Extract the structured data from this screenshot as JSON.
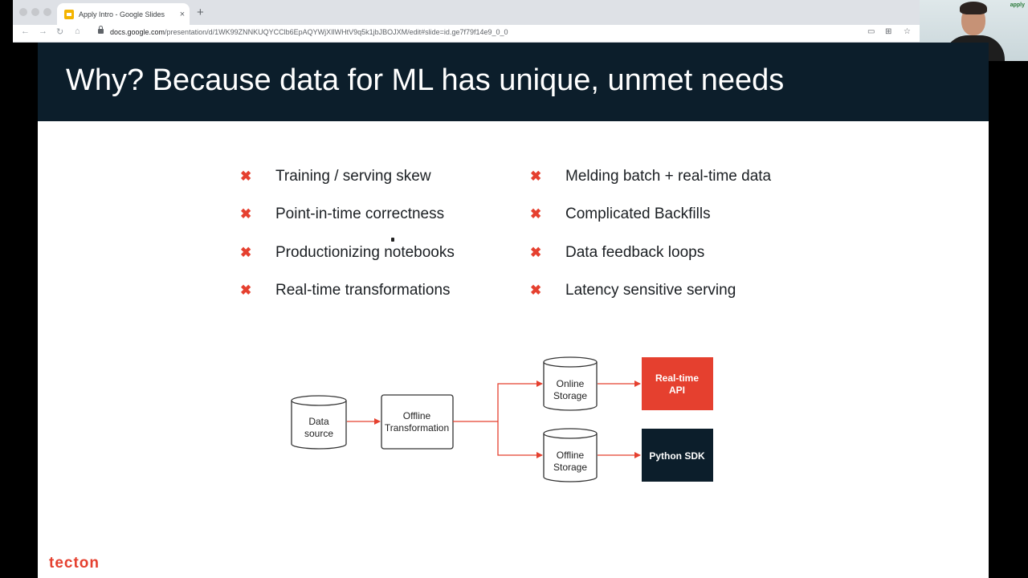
{
  "browser": {
    "tab_title": "Apply Intro - Google Slides",
    "tab_close": "×",
    "new_tab": "+",
    "nav_back": "←",
    "nav_forward": "→",
    "nav_reload": "↻",
    "nav_home": "⌂",
    "url_host": "docs.google.com",
    "url_path": "/presentation/d/1WK99ZNNKUQYCClb6EpAQYWjXIlWHtV9q5k1jbJBOJXM/edit#slide=id.ge7f79f14e9_0_0",
    "icon_cast": "▭",
    "icon_ext": "⊞",
    "icon_star": "☆"
  },
  "webcam": {
    "logo": "apply"
  },
  "slide": {
    "title": "Why? Because data for ML has unique, unmet needs",
    "bullet_mark": "✖",
    "left_bullets": [
      "Training / serving skew",
      "Point-in-time correctness",
      "Productionizing notebooks",
      "Real-time transformations"
    ],
    "right_bullets": [
      "Melding batch + real-time data",
      "Complicated Backfills",
      "Data feedback loops",
      "Latency sensitive serving"
    ],
    "diagram": {
      "data_source": [
        "Data",
        "source"
      ],
      "offline_transformation": [
        "Offline",
        "Transformation"
      ],
      "online_storage": [
        "Online",
        "Storage"
      ],
      "offline_storage": [
        "Offline",
        "Storage"
      ],
      "realtime_api": [
        "Real-time",
        "API"
      ],
      "python_sdk": "Python SDK",
      "colors": {
        "accent": "#e5402f",
        "navy": "#0c1e2b",
        "stroke": "#333333"
      }
    },
    "logo": "tecton"
  }
}
